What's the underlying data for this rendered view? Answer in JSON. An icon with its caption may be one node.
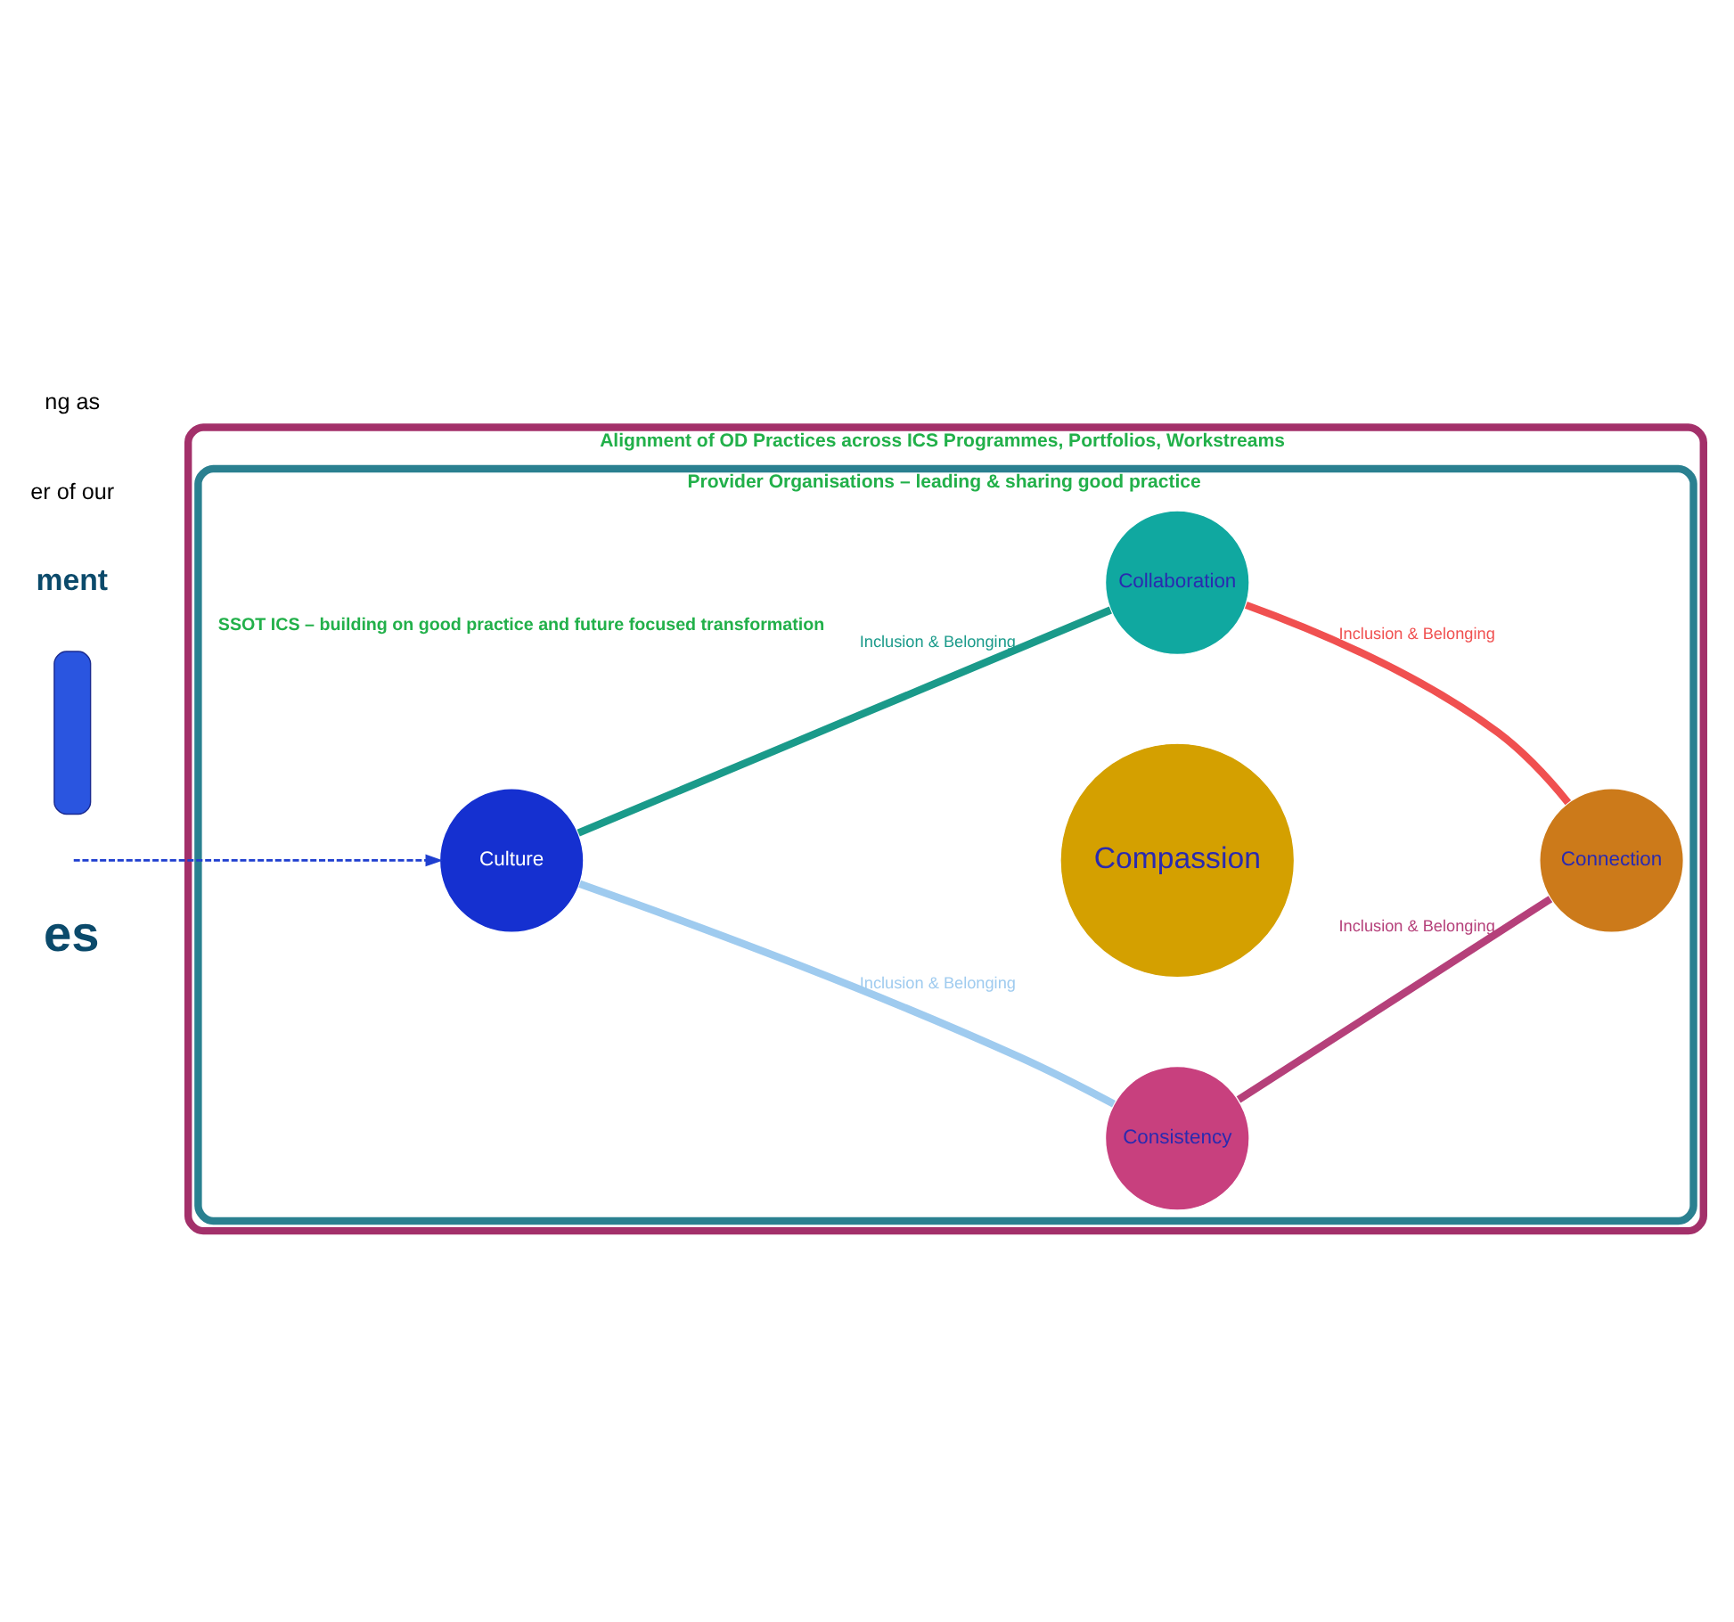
{
  "diagram": {
    "nodes": [
      {
        "text": [
          "Alignment of OD Practices across ICS Programmes, Portfolios, Workstreams"
        ]
      },
      {
        "text": [
          "Provider Organisations – leading & sharing good practice",
          "SSOT ICS – building on good practice and future focused transformation"
        ],
        "in": 0
      },
      {
        "text": [
          "Consistency"
        ],
        "in": 1
      },
      {
        "text": [
          "Culture"
        ],
        "in": 1
      },
      {
        "text": [
          "Compassion"
        ],
        "in": 1
      },
      {
        "text": [
          "Connection"
        ],
        "in": 1
      },
      {
        "text": [
          "Collaboration"
        ],
        "in": 1
      },
      {
        "text": [],
        "shape": "box"
      }
    ],
    "edges": [
      {
        "from": 3,
        "to": 2,
        "arrow": "none",
        "label": "Inclusion & Belonging",
        "color": "#9fcbef"
      },
      {
        "from": 2,
        "to": 5,
        "arrow": "none",
        "label": "Inclusion & Belonging",
        "color": "#b5407a"
      },
      {
        "from": 5,
        "to": 6,
        "arrow": "none",
        "label": "Inclusion & Belonging",
        "color": "#f05050"
      },
      {
        "from": 6,
        "to": 3,
        "arrow": "none",
        "label": "Inclusion & Belonging",
        "color": "#1a9a8a"
      },
      {
        "from": null,
        "to": 3,
        "arrow": "to",
        "style": "dashed",
        "color": "#1f3fd0"
      }
    ],
    "labels": [
      "es",
      "ment",
      "er of our",
      "ng as"
    ]
  }
}
